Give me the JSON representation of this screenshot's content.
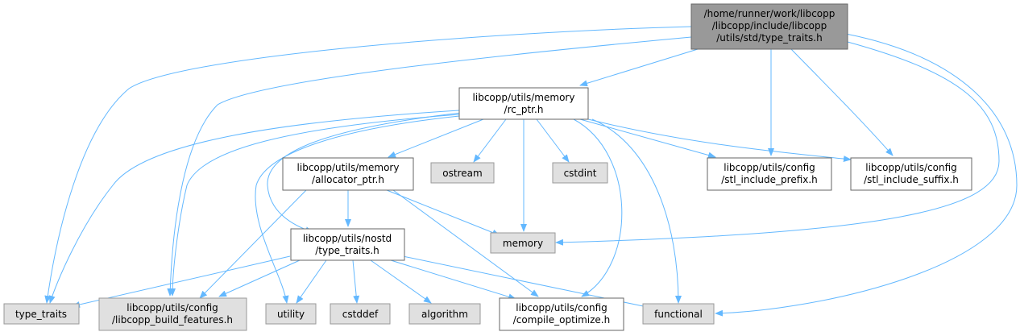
{
  "colors": {
    "edge": "#63b8ff",
    "root_fill": "#999999",
    "doc_fill": "#ffffff",
    "doc_stroke": "#666666",
    "system_fill": "#e0e0e0",
    "system_stroke": "#999999"
  },
  "nodes": {
    "root": {
      "lines": [
        "/home/runner/work/libcopp",
        "/libcopp/include/libcopp",
        "/utils/std/type_traits.h"
      ]
    },
    "rc_ptr": {
      "lines": [
        "libcopp/utils/memory",
        "/rc_ptr.h"
      ]
    },
    "allocator_ptr": {
      "lines": [
        "libcopp/utils/memory",
        "/allocator_ptr.h"
      ]
    },
    "ostream": {
      "lines": [
        "ostream"
      ]
    },
    "cstdint": {
      "lines": [
        "cstdint"
      ]
    },
    "stl_prefix": {
      "lines": [
        "libcopp/utils/config",
        "/stl_include_prefix.h"
      ]
    },
    "stl_suffix": {
      "lines": [
        "libcopp/utils/config",
        "/stl_include_suffix.h"
      ]
    },
    "memory": {
      "lines": [
        "memory"
      ]
    },
    "nostd": {
      "lines": [
        "libcopp/utils/nostd",
        "/type_traits.h"
      ]
    },
    "type_traits": {
      "lines": [
        "type_traits"
      ]
    },
    "build_features": {
      "lines": [
        "libcopp/utils/config",
        "/libcopp_build_features.h"
      ]
    },
    "utility": {
      "lines": [
        "utility"
      ]
    },
    "cstddef": {
      "lines": [
        "cstddef"
      ]
    },
    "algorithm": {
      "lines": [
        "algorithm"
      ]
    },
    "compile_optimize": {
      "lines": [
        "libcopp/utils/config",
        "/compile_optimize.h"
      ]
    },
    "functional": {
      "lines": [
        "functional"
      ]
    }
  }
}
